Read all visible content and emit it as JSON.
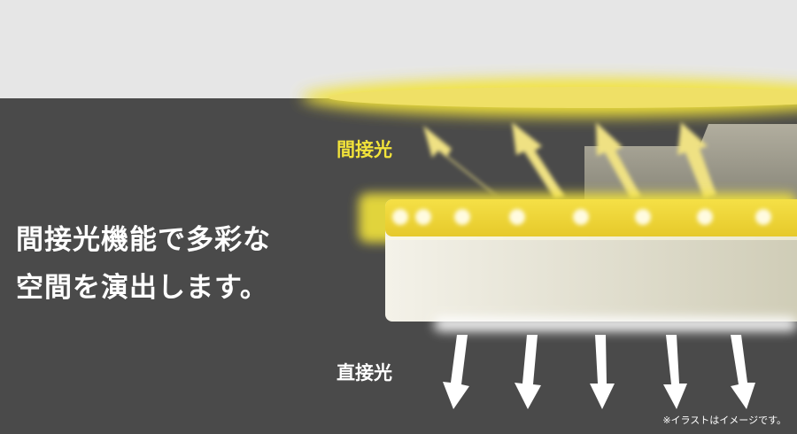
{
  "headline": {
    "line1": "間接光機能で多彩な",
    "line2": "空間を演出します。"
  },
  "labels": {
    "indirect": "間接光",
    "direct": "直接光"
  },
  "note": "※イラストはイメージです。",
  "colors": {
    "ceiling": "#e6e6e6",
    "wall": "#4a4a4a",
    "glow": "#f2e33a",
    "led": "#fff6a8",
    "text": "#ffffff"
  },
  "icons": {
    "up_arrows": "arrow-up-left-icon",
    "down_arrows": "arrow-down-icon"
  }
}
